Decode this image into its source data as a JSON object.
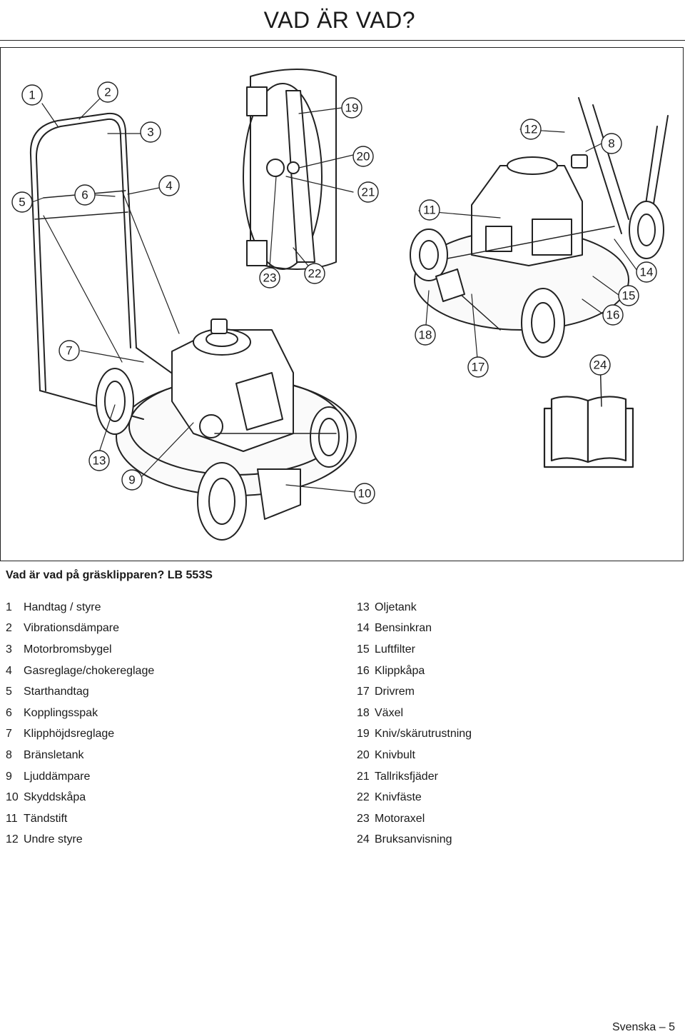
{
  "page": {
    "title": "VAD ÄR VAD?",
    "caption": "Vad är vad på gräsklipparen? LB 553S",
    "footer": "Svenska – 5"
  },
  "figure": {
    "callouts": [
      "1",
      "2",
      "3",
      "4",
      "5",
      "6",
      "7",
      "8",
      "9",
      "10",
      "11",
      "12",
      "13",
      "14",
      "15",
      "16",
      "17",
      "18",
      "19",
      "20",
      "21",
      "22",
      "23",
      "24"
    ]
  },
  "parts": {
    "left": [
      {
        "num": "1",
        "label": "Handtag / styre"
      },
      {
        "num": "2",
        "label": "Vibrationsdämpare"
      },
      {
        "num": "3",
        "label": "Motorbromsbygel"
      },
      {
        "num": "4",
        "label": "Gasreglage/chokereglage"
      },
      {
        "num": "5",
        "label": "Starthandtag"
      },
      {
        "num": "6",
        "label": "Kopplingsspak"
      },
      {
        "num": "7",
        "label": "Klipphöjdsreglage"
      },
      {
        "num": "8",
        "label": "Bränsletank"
      },
      {
        "num": "9",
        "label": "Ljuddämpare"
      },
      {
        "num": "10",
        "label": "Skyddskåpa"
      },
      {
        "num": "11",
        "label": "Tändstift"
      },
      {
        "num": "12",
        "label": "Undre styre"
      }
    ],
    "right": [
      {
        "num": "13",
        "label": "Oljetank"
      },
      {
        "num": "14",
        "label": "Bensinkran"
      },
      {
        "num": "15",
        "label": "Luftfilter"
      },
      {
        "num": "16",
        "label": "Klippkåpa"
      },
      {
        "num": "17",
        "label": "Drivrem"
      },
      {
        "num": "18",
        "label": "Växel"
      },
      {
        "num": "19",
        "label": "Kniv/skärutrustning"
      },
      {
        "num": "20",
        "label": "Knivbult"
      },
      {
        "num": "21",
        "label": "Tallriksfjäder"
      },
      {
        "num": "22",
        "label": "Knivfäste"
      },
      {
        "num": "23",
        "label": "Motoraxel"
      },
      {
        "num": "24",
        "label": "Bruksanvisning"
      }
    ]
  }
}
